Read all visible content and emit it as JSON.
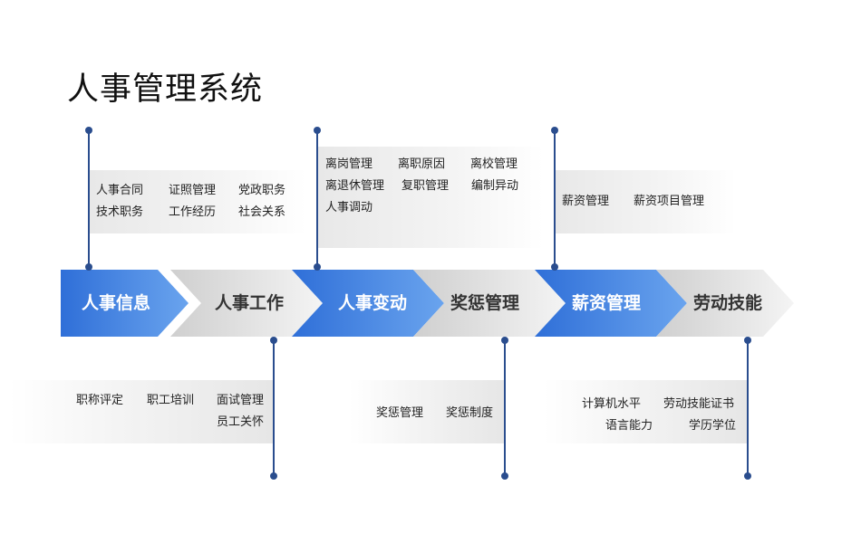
{
  "title": "人事管理系统",
  "colors": {
    "blue_dark": "#2f6fd8",
    "blue_light": "#6aa4ee",
    "gray_dark": "#cfcfcf",
    "gray_light": "#f2f2f2",
    "connector": "#2a4d8e"
  },
  "stages": [
    {
      "label": "人事信息",
      "style": "blue"
    },
    {
      "label": "人事工作",
      "style": "gray"
    },
    {
      "label": "人事变动",
      "style": "blue"
    },
    {
      "label": "奖惩管理",
      "style": "gray"
    },
    {
      "label": "薪资管理",
      "style": "blue"
    },
    {
      "label": "劳动技能",
      "style": "gray"
    }
  ],
  "details": {
    "info": [
      "人事合同",
      "证照管理",
      "党政职务",
      "技术职务",
      "工作经历",
      "社会关系"
    ],
    "work": [
      "职称评定",
      "职工培训",
      "面试管理",
      "员工关怀"
    ],
    "change": [
      "离岗管理",
      "离职原因",
      "离校管理",
      "离退休管理",
      "复职管理",
      "编制异动",
      "人事调动"
    ],
    "reward": [
      "奖惩管理",
      "奖惩制度"
    ],
    "salary": [
      "薪资管理",
      "薪资项目管理"
    ],
    "skill": [
      "计算机水平",
      "劳动技能证书",
      "语言能力",
      "学历学位"
    ]
  }
}
